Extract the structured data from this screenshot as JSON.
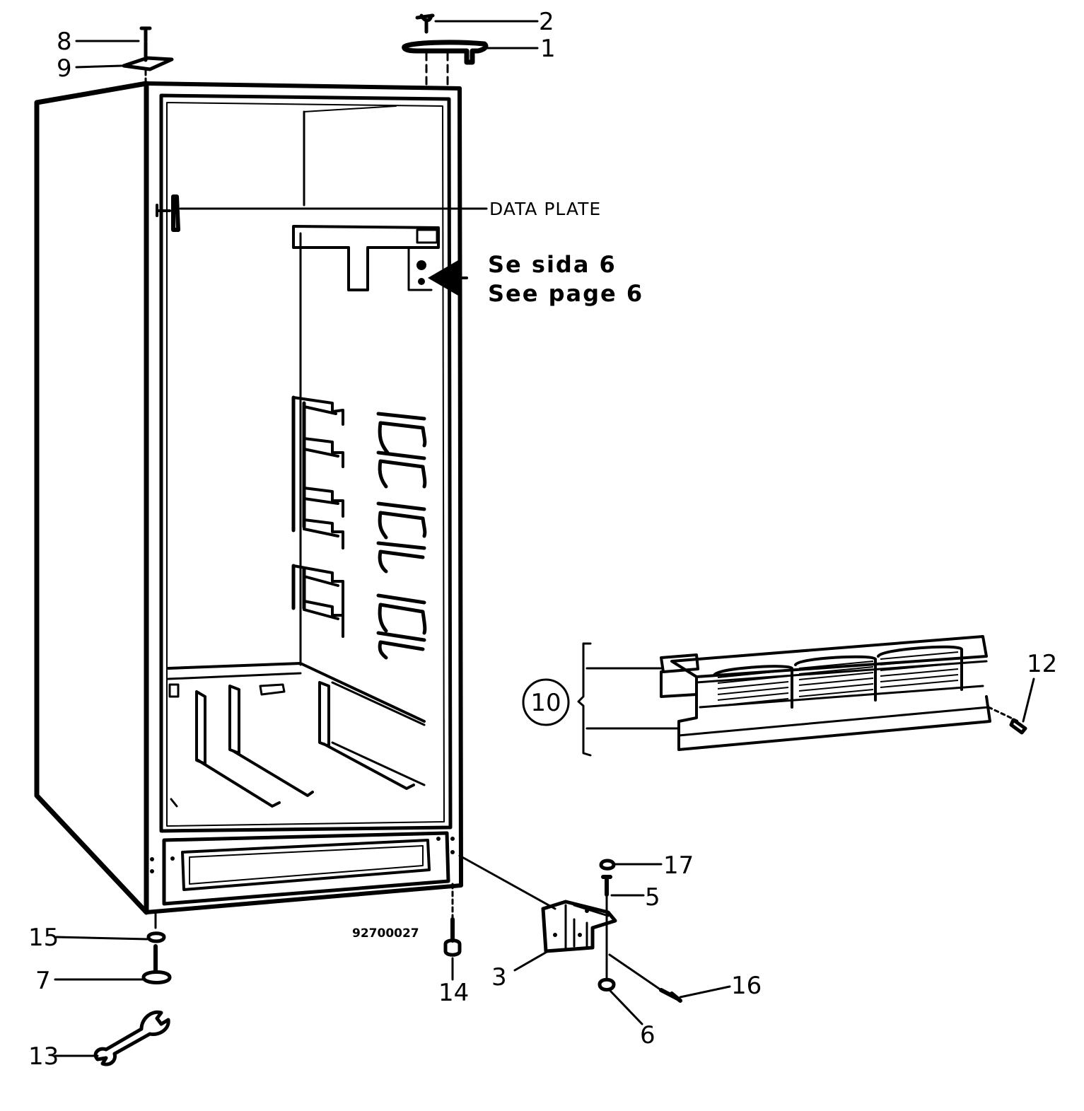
{
  "labels": {
    "p1": "1",
    "p2": "2",
    "p3": "3",
    "p5": "5",
    "p6": "6",
    "p7": "7",
    "p8": "8",
    "p9": "9",
    "p10": "10",
    "p12": "12",
    "p13": "13",
    "p14": "14",
    "p15": "15",
    "p16": "16",
    "p17": "17"
  },
  "data_plate": "DATA PLATE",
  "see_page_sv": "Se sida 6",
  "see_page_en": "See page 6",
  "drawing_number": "92700027"
}
